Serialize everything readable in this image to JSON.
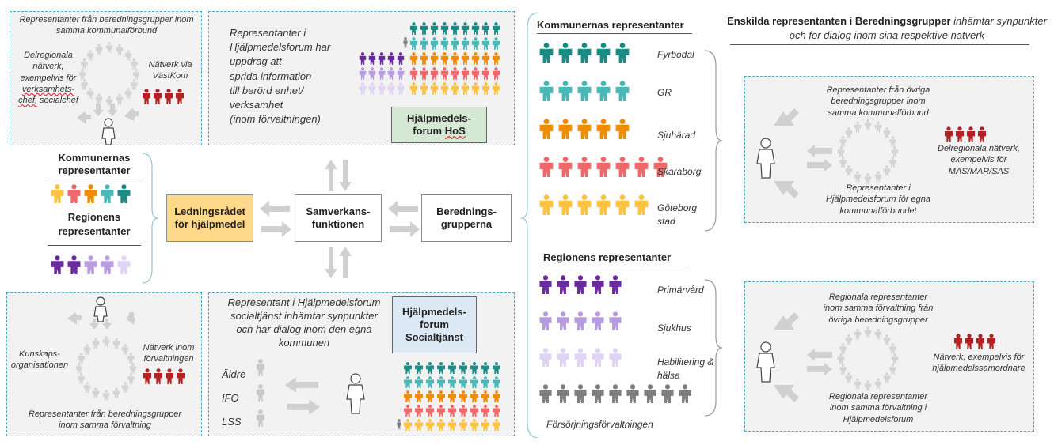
{
  "panel_tl": {
    "top": "Representanter från beredningsgrupper inom samma kommunalförbund",
    "left_1": "Delregionala",
    "left_2": "nätverk,",
    "left_3": "exempelvis för",
    "left_4": "verksamhets-",
    "left_5": "chef,",
    "left_6": "socialchef",
    "right_1": "Nätverk via",
    "right_2": "VästKom"
  },
  "panel_tc": {
    "text_1": "Representanter i",
    "text_2": "Hjälpmedelsforum har",
    "text_3": "uppdrag att",
    "text_4": "sprida information",
    "text_5": "till berörd enhet/",
    "text_6": "verksamhet",
    "text_7": "(inom förvaltningen)",
    "box_1": "Hjälpmedels-",
    "box_2": "forum",
    "box_3": "HoS"
  },
  "left_legend": {
    "kommun_1": "Kommunernas",
    "kommun_2": "representanter",
    "region_1": "Regionens",
    "region_2": "representanter"
  },
  "center": {
    "lr_1": "Ledningsrådet",
    "lr_2": "för hjälpmedel",
    "sv_1": "Samverkans-",
    "sv_2": "funktionen",
    "bg_1": "Berednings-",
    "bg_2": "grupperna"
  },
  "panel_bl": {
    "left_1": "Kunskaps-",
    "left_2": "organisationen",
    "right_1": "Nätverk inom",
    "right_2": "förvaltningen",
    "bottom_1": "Representanter från beredningsgrupper",
    "bottom_2": "inom samma förvaltning"
  },
  "panel_bc": {
    "text_1": "Representant i Hjälpmedelsforum",
    "text_2": "socialtjänst inhämtar synpunkter",
    "text_3": "och har dialog inom den egna",
    "text_4": "kommunen",
    "box_1": "Hjälpmedels-",
    "box_2": "forum",
    "box_3": "Socialtjänst",
    "items": [
      "Äldre",
      "IFO",
      "LSS"
    ]
  },
  "kommun_section": {
    "title": "Kommunernas representanter",
    "rows": [
      {
        "label_1": "Fyrbodal",
        "label_2": "",
        "color": "#1b8c84",
        "count": 5
      },
      {
        "label_1": "GR",
        "label_2": "",
        "color": "#4bb8b8",
        "count": 5
      },
      {
        "label_1": "Sjuhärad",
        "label_2": "",
        "color": "#f08c00",
        "count": 5
      },
      {
        "label_1": "Skaraborg",
        "label_2": "",
        "color": "#f0686a",
        "count": 7
      },
      {
        "label_1": "Göteborg",
        "label_2": "stad",
        "color": "#ffc340",
        "count": 6
      }
    ]
  },
  "region_section": {
    "title": "Regionens representanter",
    "rows": [
      {
        "label_1": "Primärvård",
        "label_2": "",
        "color": "#6a2aa0",
        "count": 5
      },
      {
        "label_1": "Sjukhus",
        "label_2": "",
        "color": "#b89ce0",
        "count": 5
      },
      {
        "label_1": "Habilitering &",
        "label_2": "hälsa",
        "color": "#e0d4f4",
        "count": 5
      },
      {
        "label_1": "",
        "label_2": "",
        "color": "#7f7f7f",
        "count": 9
      }
    ],
    "last_label": "Försörjningsförvaltningen"
  },
  "right_header": {
    "bold": "Enskilda representanten i Beredningsgrupper",
    "italic_1": " inhämtar synpunkter",
    "italic_2": "och för dialog inom sina respektive nätverk"
  },
  "panel_r1": {
    "top_1": "Representanter från övriga",
    "top_2": "beredningsgrupper inom",
    "top_3": "samma kommunalförbund",
    "right_1": "Delregionala nätverk,",
    "right_2": "exempelvis för",
    "right_3": "MAS/MAR/SAS",
    "bottom_1": "Representanter i",
    "bottom_2": "Hjälpmedelsforum för egna",
    "bottom_3": "kommunalförbundet"
  },
  "panel_r2": {
    "top_1": "Regionala representanter",
    "top_2": "inom samma förvaltning från",
    "top_3": "övriga beredningsgrupper",
    "right_1": "Nätverk, exempelvis för",
    "right_2": "hjälpmedelssamordnare",
    "bottom_1": "Regionala representanter",
    "bottom_2": "inom samma förvaltning i",
    "bottom_3": "Hjälpmedelsforum"
  },
  "colors": {
    "teal_dark": "#1b8c84",
    "teal": "#4bb8b8",
    "orange": "#f08c00",
    "red": "#f0686a",
    "yellow": "#ffc340",
    "purple": "#6a2aa0",
    "lilac": "#b89ce0",
    "pale_lilac": "#e0d4f4",
    "grey": "#7f7f7f",
    "dark_red": "#b22222",
    "ledning_fill": "#ffd98a",
    "hos_fill": "#d5e8d4",
    "soc_fill": "#dce9f5",
    "panel_border": "#4bacc6"
  }
}
